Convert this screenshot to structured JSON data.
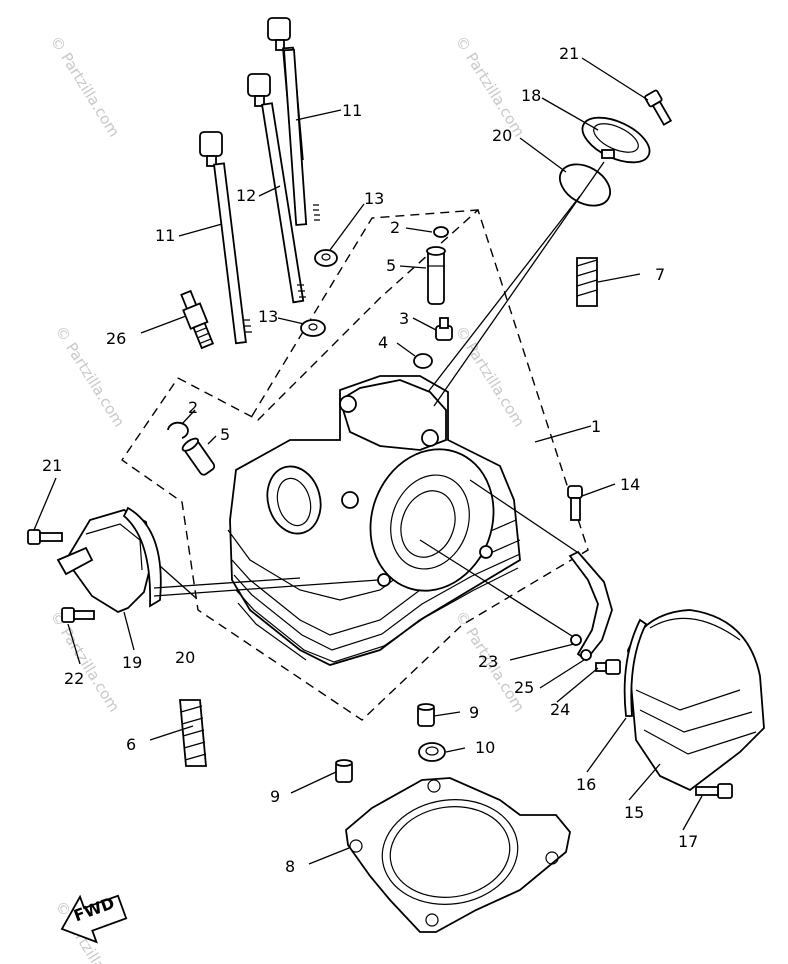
{
  "watermark": "© Partzilla.com",
  "fwd_label": "FWD",
  "callouts": {
    "c1": "1",
    "c2a": "2",
    "c2b": "2",
    "c3": "3",
    "c4": "4",
    "c5a": "5",
    "c5b": "5",
    "c6": "6",
    "c7": "7",
    "c8": "8",
    "c9a": "9",
    "c9b": "9",
    "c10": "10",
    "c11a": "11",
    "c11b": "11",
    "c12": "12",
    "c13a": "13",
    "c13b": "13",
    "c14": "14",
    "c15": "15",
    "c16": "16",
    "c17": "17",
    "c18": "18",
    "c19": "19",
    "c20a": "20",
    "c20b": "20",
    "c21a": "21",
    "c21b": "21",
    "c22": "22",
    "c23": "23",
    "c24": "24",
    "c25": "25",
    "c26": "26"
  }
}
